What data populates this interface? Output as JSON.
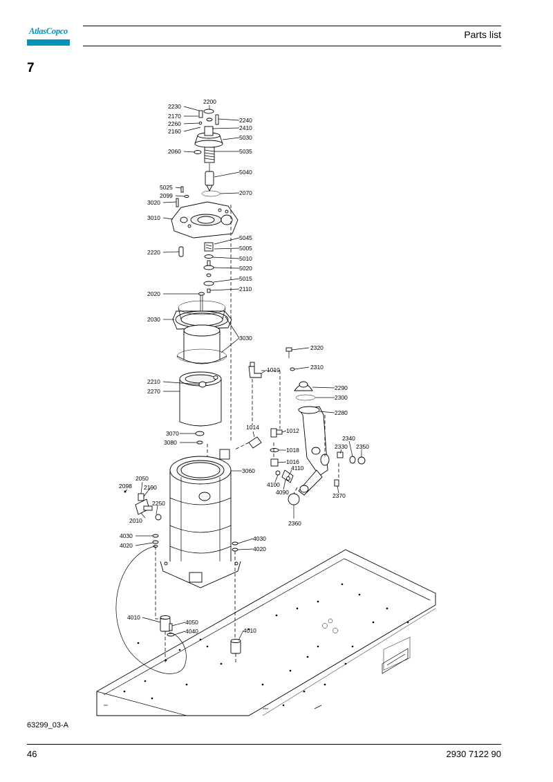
{
  "header": {
    "brand": "AtlasCopco",
    "title": "Parts list",
    "chapter": "7"
  },
  "drawing": {
    "callouts": [
      "2230",
      "2200",
      "2170",
      "2260",
      "2160",
      "2240",
      "2410",
      "5030",
      "2060",
      "5035",
      "5040",
      "5025",
      "2099",
      "2070",
      "3020",
      "3010",
      "5045",
      "5005",
      "2220",
      "5010",
      "5020",
      "5015",
      "2110",
      "2020",
      "2030",
      "3030",
      "2320",
      "2310",
      "1010",
      "2290",
      "2210",
      "2300",
      "2270",
      "2280",
      "1014",
      "1012",
      "3070",
      "3080",
      "2340",
      "2330",
      "2350",
      "1018",
      "1016",
      "4110",
      "3060",
      "4100",
      "4090",
      "2370",
      "2050",
      "2098",
      "2190",
      "2250",
      "2010",
      "2360",
      "4030",
      "4020",
      "4030",
      "4020",
      "4010",
      "4050",
      "4040",
      "4010"
    ]
  },
  "footer": {
    "figure_ref": "63299_03-A",
    "page_number": "46",
    "document_number": "2930 7122 90"
  },
  "colors": {
    "brand": "#0092bc"
  }
}
